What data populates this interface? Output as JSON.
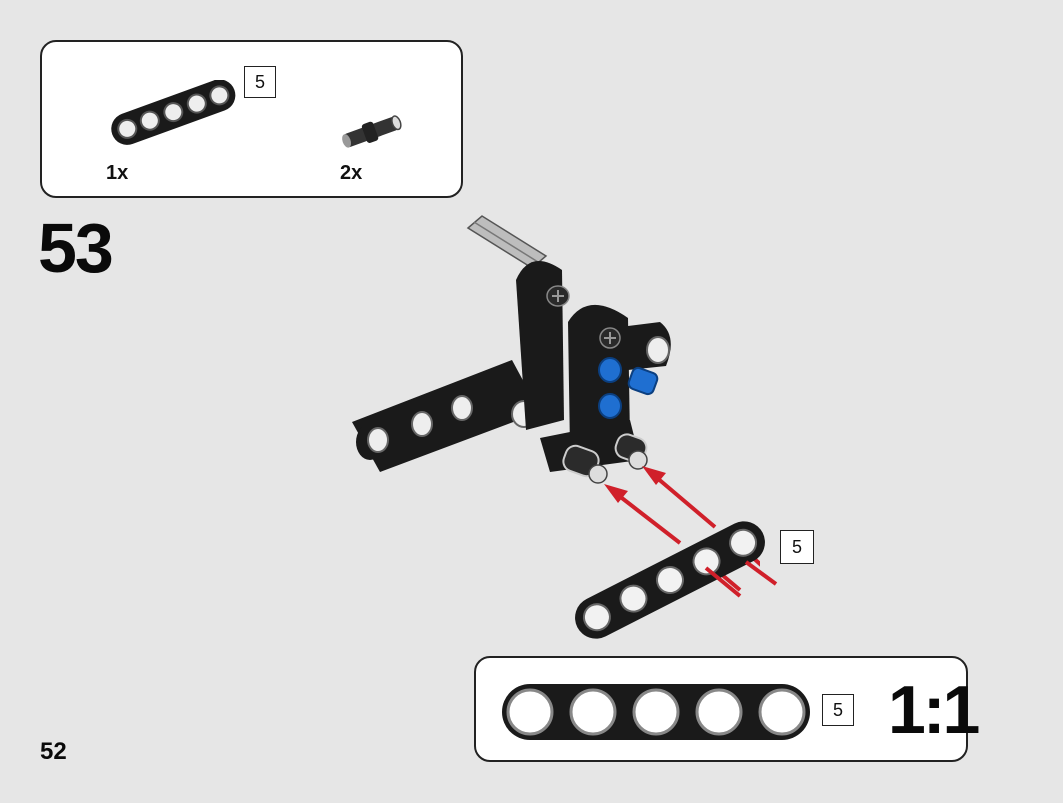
{
  "parts_list": {
    "items": [
      {
        "name": "beam-5",
        "quantity": "1x",
        "length": "5"
      },
      {
        "name": "connector-pin",
        "quantity": "2x"
      }
    ]
  },
  "step": {
    "number": "53"
  },
  "callout": {
    "length": "5"
  },
  "scale_reference": {
    "length": "5",
    "ratio": "1:1"
  },
  "page": {
    "number": "52"
  },
  "colors": {
    "beam": "#1a1a1a",
    "pin_blue": "#1f6fd1",
    "arrow": "#d0202a"
  }
}
